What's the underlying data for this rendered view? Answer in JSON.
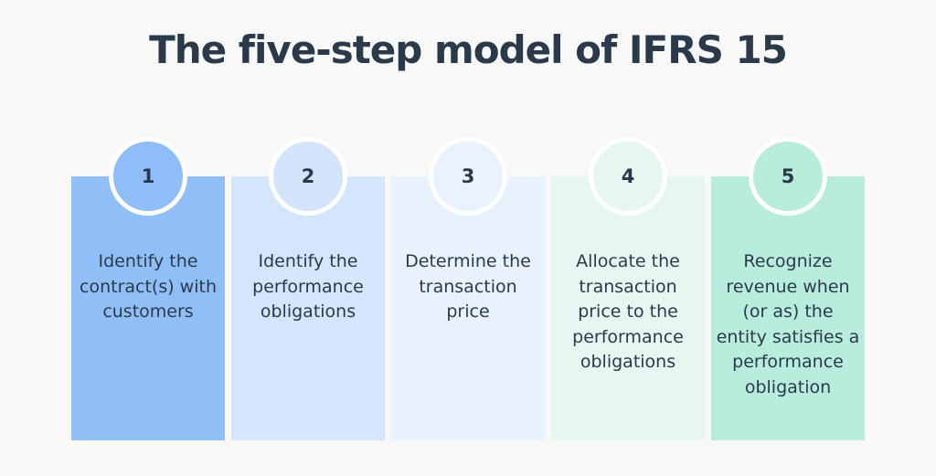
{
  "title": "The five-step model of IFRS 15",
  "colors": {
    "step1": "#90bff8",
    "step2": "#d3e6fd",
    "step3": "#e8f2fd",
    "step4": "#e6f7f1",
    "step5": "#b8ecdc",
    "circle1": "#8fbdf7",
    "circle2": "#d4e5fb",
    "circle3": "#e9f2fd",
    "circle4": "#e7f7f0",
    "circle5": "#b8ecdb",
    "text": "#2b3a4a"
  },
  "steps": [
    {
      "number": "1",
      "text": "Identify the contract(s) with customers"
    },
    {
      "number": "2",
      "text": "Identify the performance obligations"
    },
    {
      "number": "3",
      "text": "Determine the transaction price"
    },
    {
      "number": "4",
      "text": "Allocate the transaction price to the performance obligations"
    },
    {
      "number": "5",
      "text": "Recognize revenue when (or as) the entity satisfies a performance obligation"
    }
  ]
}
